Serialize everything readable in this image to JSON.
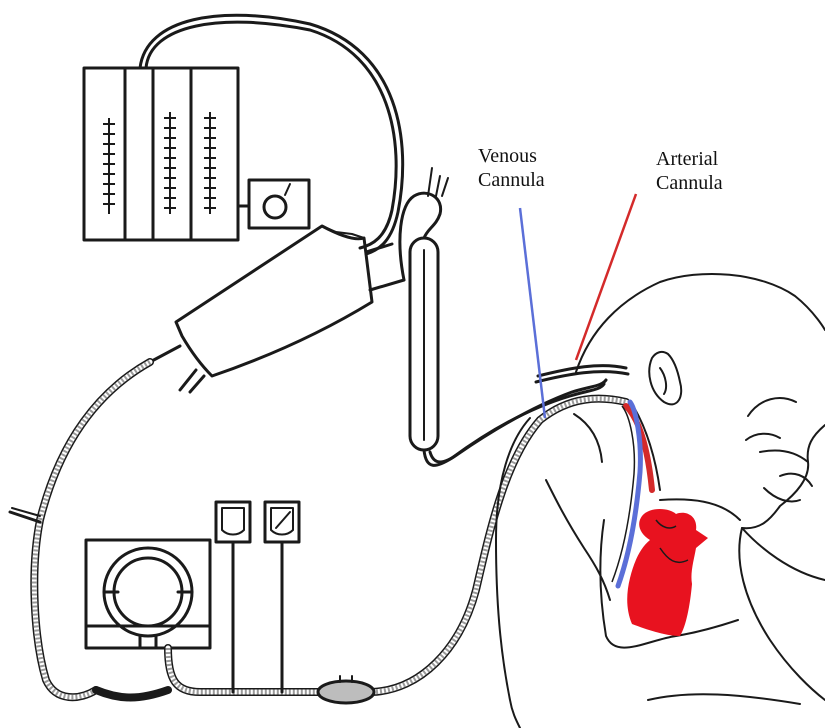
{
  "labels": {
    "venous": [
      "Venous",
      "Cannula"
    ],
    "arterial": [
      "Arterial",
      "Cannula"
    ]
  },
  "colors": {
    "venous_line": "#5b6fd8",
    "arterial_line": "#d42a2a",
    "heart": "#e8121f",
    "ink": "#1a1a1a"
  }
}
